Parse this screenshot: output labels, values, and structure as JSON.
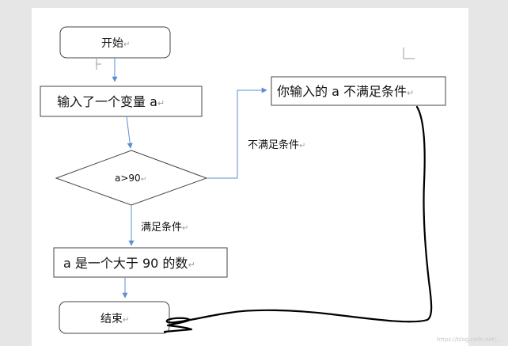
{
  "flowchart": {
    "start": {
      "text": "开始",
      "para_mark": "↵"
    },
    "input": {
      "text": "输入了一个变量 a",
      "para_mark": "↵"
    },
    "decision": {
      "text": "a>90",
      "para_mark": "↵"
    },
    "branch_yes": {
      "text": "满足条件",
      "para_mark": "↵"
    },
    "branch_no": {
      "text": "不满足条件",
      "para_mark": "↵"
    },
    "result_yes": {
      "text": "a 是一个大于 90 的数",
      "para_mark": "↵"
    },
    "result_no": {
      "text": "你输入的 a 不满足条件",
      "para_mark": "↵"
    },
    "end": {
      "text": "结束",
      "para_mark": "↵"
    }
  },
  "colors": {
    "arrow": "#5b8fd1",
    "box_border": "#444444",
    "ink": "#000000"
  },
  "watermark": "https://blog.csdn.net/..."
}
